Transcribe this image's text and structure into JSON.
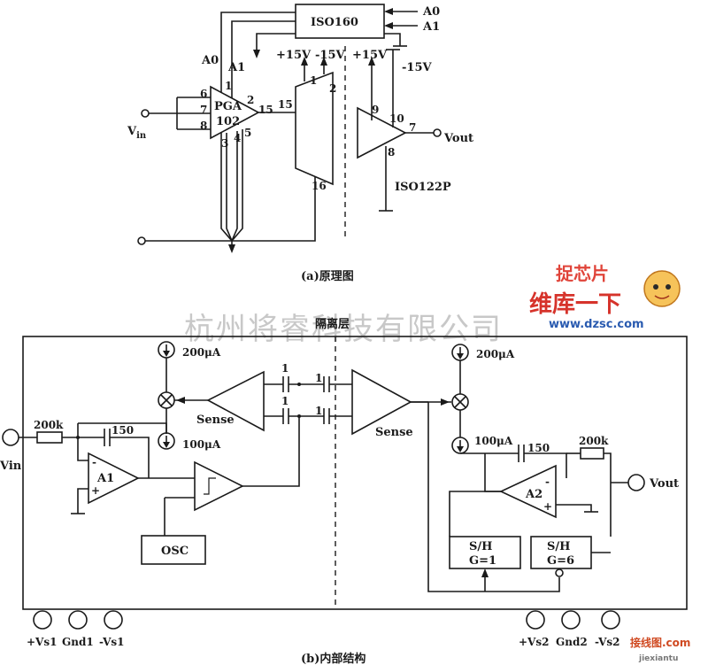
{
  "diagram_a": {
    "chip_iso160": "ISO160",
    "pin_a0": "A0",
    "pin_a1": "A1",
    "left_a0": "A0",
    "left_a1": "A1",
    "pga_name": "PGA",
    "pga_num": "102",
    "pins": {
      "p6": "6",
      "p7": "7",
      "p8": "8",
      "p1": "1",
      "p2": "2",
      "p3": "3",
      "p4": "4",
      "p5": "5",
      "p15": "15",
      "mux15": "15",
      "mux1": "1",
      "mux2": "2",
      "mux16": "16",
      "out9": "9",
      "out10": "10",
      "out7": "7",
      "out8": "8"
    },
    "vin": "V",
    "vin_sub": "in",
    "vout": "Vout",
    "p15v_left": "+15V",
    "m15v_left": "-15V",
    "p15v_right": "+15V",
    "m15v_right": "-15V",
    "chip_iso122p": "ISO122P",
    "caption": "(a)原理图"
  },
  "diagram_b": {
    "barrier_label": "隔离层",
    "i200_left": "200μA",
    "i100_left": "100μA",
    "i200_right": "200μA",
    "i100_right": "100μA",
    "sense_left": "Sense",
    "sense_right": "Sense",
    "cap1a": "1",
    "cap1b": "1",
    "cap1c": "1",
    "cap1d": "1",
    "r200k_left": "200k",
    "c150_left": "150",
    "a1": "A1",
    "osc": "OSC",
    "vin": "Vin",
    "c150_right": "150",
    "r200k_right": "200k",
    "a2": "A2",
    "vout": "Vout",
    "sh1_top": "S/H",
    "sh1_bot": "G=1",
    "sh6_top": "S/H",
    "sh6_bot": "G=6",
    "pin_vs1p": "+Vs1",
    "pin_gnd1": "Gnd1",
    "pin_vs1m": "-Vs1",
    "pin_vs2p": "+Vs2",
    "pin_gnd2": "Gnd2",
    "pin_vs2m": "-Vs2",
    "caption": "(b)内部结构"
  },
  "watermark": {
    "company": "杭州将睿科技有限公司",
    "logo_top": "捉芯片",
    "logo_mid": "维库一下",
    "logo_url": "www.dzsc.com",
    "corner": "接线图.com",
    "corner_sub": "jiexiantu"
  }
}
